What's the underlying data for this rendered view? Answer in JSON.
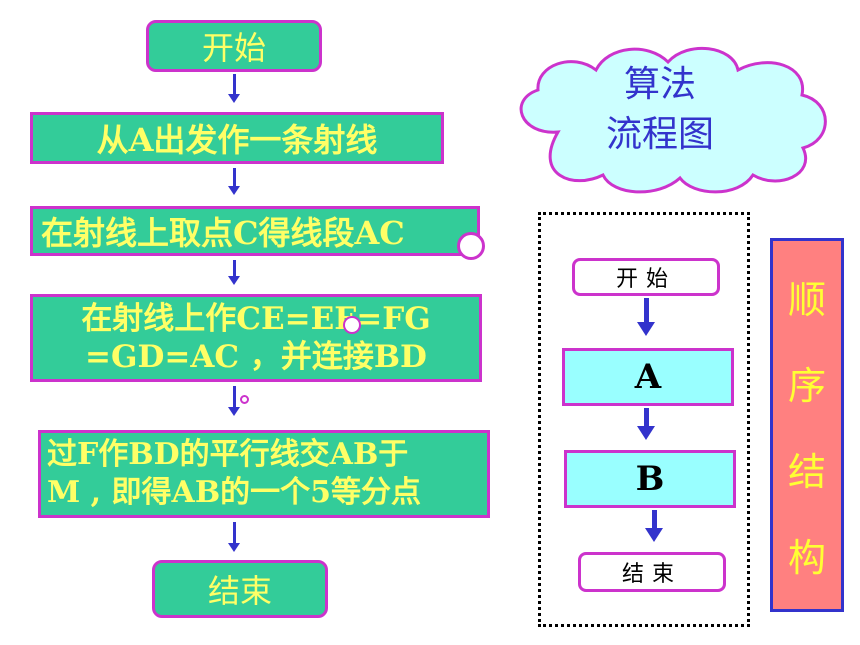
{
  "flowchart": {
    "start": "开始",
    "step1": "从A出发作一条射线",
    "step2": "在射线上取点C得线段AC",
    "step3_line1": "在射线上作CE=EF=FG",
    "step3_line2": "=GD=AC ，并连接BD",
    "step4_line1": "过F作BD的平行线交AB于",
    "step4_line2": "M , 即得AB的一个5等分点",
    "end": "结束"
  },
  "cloud": {
    "line1": "算法",
    "line2": "流程图"
  },
  "sequence": {
    "start": "开始",
    "a": "A",
    "b": "B",
    "end": "结束"
  },
  "side_label": {
    "chars": [
      "顺",
      "序",
      "结",
      "构"
    ]
  },
  "colors": {
    "box_fill": "#33cc99",
    "box_border": "#cc33cc",
    "box_text": "#ffff66",
    "arrow": "#3333cc",
    "cloud_fill": "#ccffff",
    "cyan_box": "#99ffff",
    "side_box": "#ff8080"
  }
}
